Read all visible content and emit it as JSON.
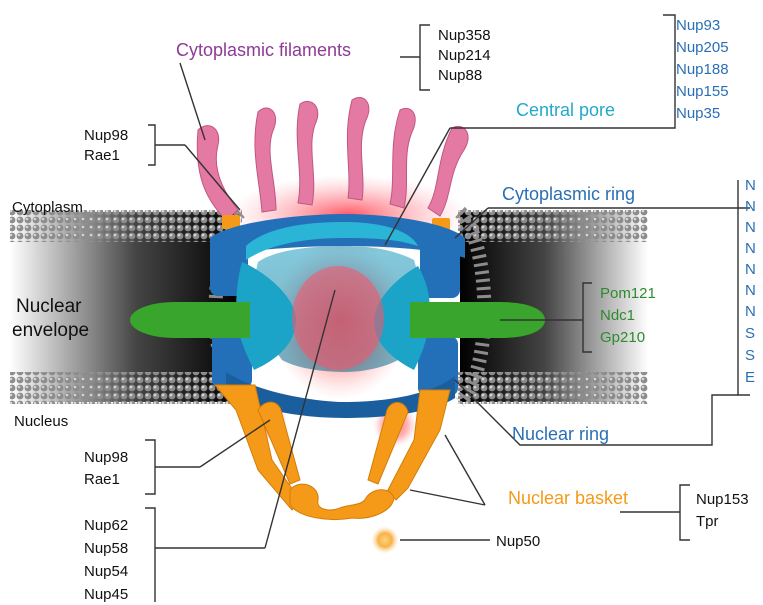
{
  "labels": {
    "cytoplasmic_filaments": "Cytoplasmic filaments",
    "central_pore": "Central pore",
    "cytoplasmic_ring": "Cytoplasmic ring",
    "nuclear_ring": "Nuclear ring",
    "nuclear_basket": "Nuclear basket",
    "cytoplasm": "Cytoplasm",
    "nuclear_envelope_line1": "Nuclear",
    "nuclear_envelope_line2": "envelope",
    "nucleus": "Nucleus"
  },
  "groups": {
    "filament_nups": [
      "Nup358",
      "Nup214",
      "Nup88"
    ],
    "central_nups": [
      "Nup93",
      "Nup205",
      "Nup188",
      "Nup155",
      "Nup35"
    ],
    "ring_nups_truncated": [
      "N",
      "N",
      "N",
      "N",
      "N",
      "N",
      "N",
      "S",
      "S",
      "E"
    ],
    "transmembrane": [
      "Pom121",
      "Ndc1",
      "Gp210"
    ],
    "upper_left": [
      "Nup98",
      "Rae1"
    ],
    "lower_left": [
      "Nup98",
      "Rae1"
    ],
    "fg_nups": [
      "Nup62",
      "Nup58",
      "Nup54",
      "Nup45"
    ],
    "basket_nups": [
      "Nup153",
      "Tpr"
    ],
    "nup50": "Nup50"
  },
  "colors": {
    "purple": "#8e3a96",
    "cyan": "#23a9c9",
    "blue": "#2a6fb5",
    "green": "#2e8b2e",
    "orange": "#f59a18",
    "pink": "#e47aa3",
    "ring_blue": "#2470b8",
    "membrane": "#9a9a9a"
  }
}
